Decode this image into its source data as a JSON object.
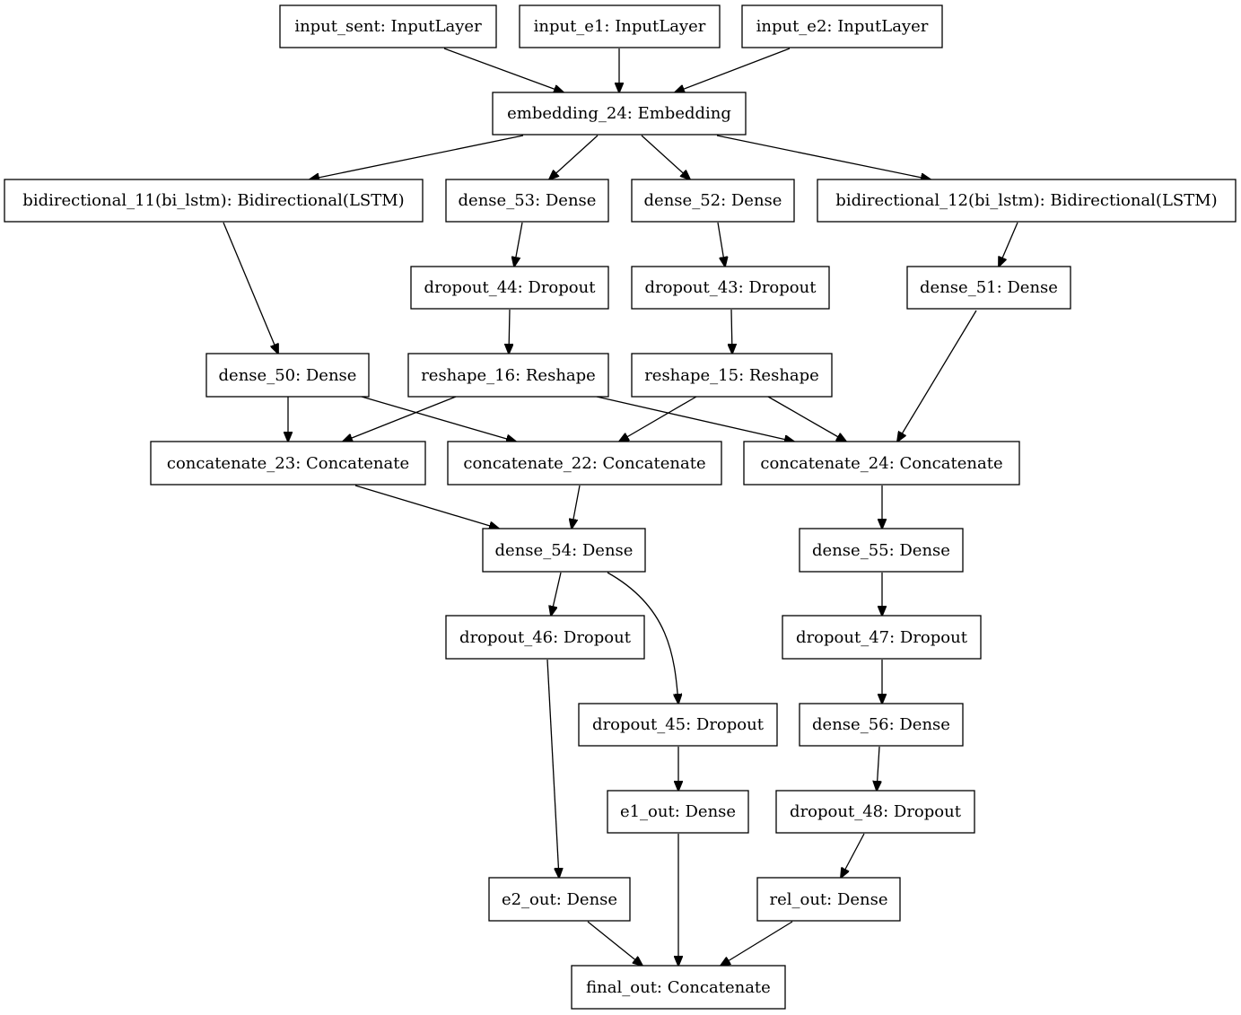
{
  "nodes": {
    "input_sent": "input_sent: InputLayer",
    "input_e1": "input_e1: InputLayer",
    "input_e2": "input_e2: InputLayer",
    "embedding_24": "embedding_24: Embedding",
    "bidirectional_11": "bidirectional_11(bi_lstm): Bidirectional(LSTM)",
    "dense_53": "dense_53: Dense",
    "dense_52": "dense_52: Dense",
    "bidirectional_12": "bidirectional_12(bi_lstm): Bidirectional(LSTM)",
    "dropout_44": "dropout_44: Dropout",
    "dropout_43": "dropout_43: Dropout",
    "dense_51": "dense_51: Dense",
    "dense_50": "dense_50: Dense",
    "reshape_16": "reshape_16: Reshape",
    "reshape_15": "reshape_15: Reshape",
    "concatenate_23": "concatenate_23: Concatenate",
    "concatenate_22": "concatenate_22: Concatenate",
    "concatenate_24": "concatenate_24: Concatenate",
    "dense_54": "dense_54: Dense",
    "dense_55": "dense_55: Dense",
    "dropout_46": "dropout_46: Dropout",
    "dropout_47": "dropout_47: Dropout",
    "dropout_45": "dropout_45: Dropout",
    "dense_56": "dense_56: Dense",
    "e1_out": "e1_out: Dense",
    "dropout_48": "dropout_48: Dropout",
    "e2_out": "e2_out: Dense",
    "rel_out": "rel_out: Dense",
    "final_out": "final_out: Concatenate"
  },
  "edges": [
    [
      "input_sent",
      "embedding_24"
    ],
    [
      "input_e1",
      "embedding_24"
    ],
    [
      "input_e2",
      "embedding_24"
    ],
    [
      "embedding_24",
      "bidirectional_11"
    ],
    [
      "embedding_24",
      "dense_53"
    ],
    [
      "embedding_24",
      "dense_52"
    ],
    [
      "embedding_24",
      "bidirectional_12"
    ],
    [
      "bidirectional_11",
      "dense_50"
    ],
    [
      "dense_53",
      "dropout_44"
    ],
    [
      "dense_52",
      "dropout_43"
    ],
    [
      "bidirectional_12",
      "dense_51"
    ],
    [
      "dropout_44",
      "reshape_16"
    ],
    [
      "dropout_43",
      "reshape_15"
    ],
    [
      "dense_50",
      "concatenate_23"
    ],
    [
      "dense_50",
      "concatenate_22"
    ],
    [
      "reshape_16",
      "concatenate_23"
    ],
    [
      "reshape_16",
      "concatenate_24"
    ],
    [
      "reshape_15",
      "concatenate_22"
    ],
    [
      "reshape_15",
      "concatenate_24"
    ],
    [
      "dense_51",
      "concatenate_24"
    ],
    [
      "concatenate_23",
      "dense_54"
    ],
    [
      "concatenate_22",
      "dense_54"
    ],
    [
      "concatenate_24",
      "dense_55"
    ],
    [
      "dense_54",
      "dropout_46"
    ],
    [
      "dense_54",
      "dropout_45"
    ],
    [
      "dense_55",
      "dropout_47"
    ],
    [
      "dropout_47",
      "dense_56"
    ],
    [
      "dropout_45",
      "e1_out"
    ],
    [
      "dense_56",
      "dropout_48"
    ],
    [
      "dropout_46",
      "e2_out"
    ],
    [
      "dropout_48",
      "rel_out"
    ],
    [
      "e2_out",
      "final_out"
    ],
    [
      "e1_out",
      "final_out"
    ],
    [
      "rel_out",
      "final_out"
    ]
  ]
}
